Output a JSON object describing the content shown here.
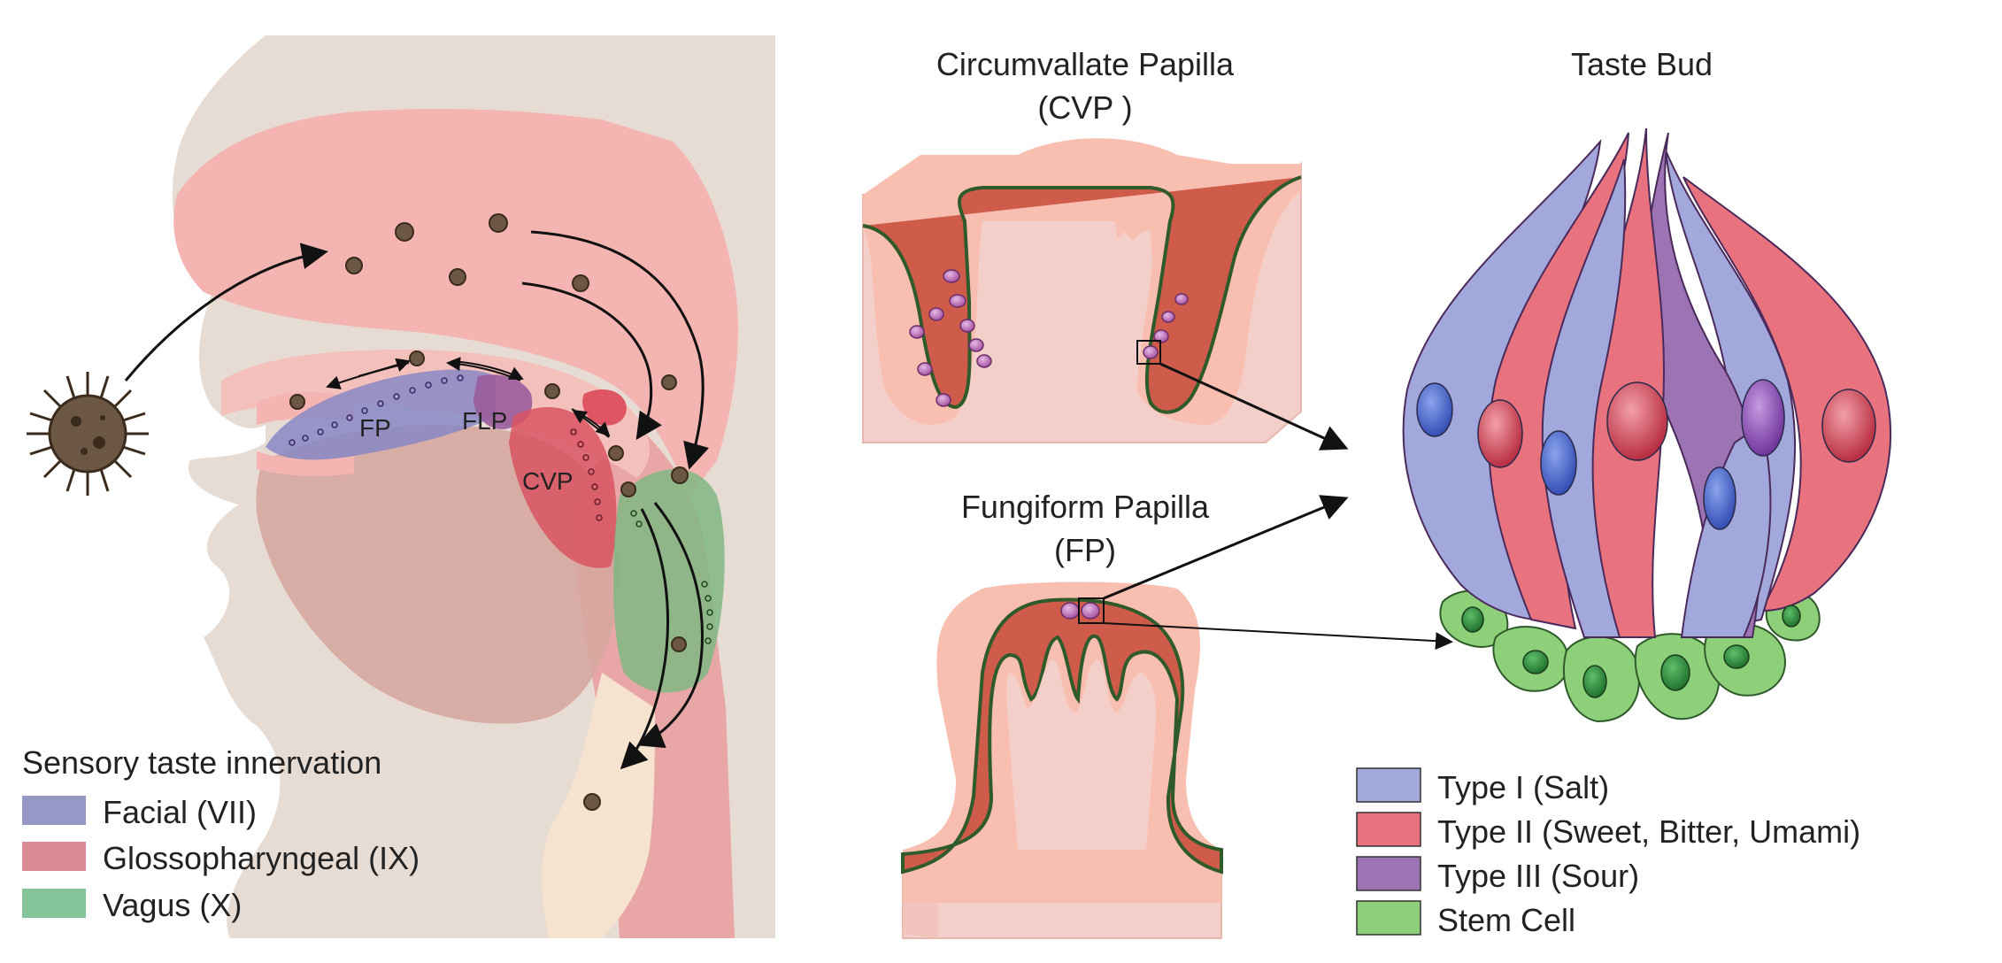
{
  "head_diagram": {
    "region_labels": {
      "fp": "FP",
      "flp": "FLP",
      "cvp": "CVP"
    },
    "legend": {
      "title": "Sensory taste innervation",
      "items": [
        {
          "label": "Facial (VII)",
          "color": "#9898c6"
        },
        {
          "label": "Glossopharyngeal (IX)",
          "color": "#dc8a94"
        },
        {
          "label": "Vagus (X)",
          "color": "#86c49a"
        }
      ]
    }
  },
  "papilla_diagrams": {
    "cvp": {
      "title_line1": "Circumvallate Papilla",
      "title_line2": "(CVP )"
    },
    "fp": {
      "title_line1": "Fungiform Papilla",
      "title_line2": "(FP)"
    }
  },
  "taste_bud": {
    "title": "Taste Bud",
    "legend": [
      {
        "label": "Type I (Salt)",
        "color": "#a3a8dc"
      },
      {
        "label": "Type II (Sweet, Bitter, Umami)",
        "color": "#e8737e"
      },
      {
        "label": "Type III (Sour)",
        "color": "#9c74b4"
      },
      {
        "label": "Stem Cell",
        "color": "#8ed07a"
      }
    ]
  },
  "colors": {
    "skin": "#e7dcd3",
    "nasal_pink": "#f4b4b1",
    "tongue": "#d6a7a0",
    "facial_blue": "#8888c4",
    "gloss_red": "#d95462",
    "vagus_green": "#7fb783",
    "tissue_dark": "#cf5b4b",
    "tissue_light": "#f8c1b4",
    "outline_green": "#2f5a2a"
  }
}
